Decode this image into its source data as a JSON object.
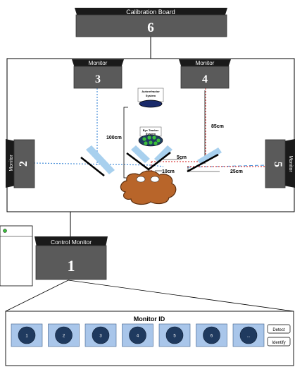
{
  "calibration_board": {
    "label": "Calibration Board",
    "number": "6"
  },
  "monitors": {
    "m2": {
      "label": "Monitor",
      "number": "2"
    },
    "m3": {
      "label": "Monitor",
      "number": "3"
    },
    "m4": {
      "label": "Monitor",
      "number": "4"
    },
    "m5": {
      "label": "Monitor",
      "number": "5"
    }
  },
  "control_monitor": {
    "label": "Control Monitor",
    "number": "1"
  },
  "devices": {
    "autorefractor_line1": "Autorefractor",
    "autorefractor_line2": "System",
    "eye_tracker_line1": "Eye Tracker",
    "eye_tracker_line2": "System"
  },
  "distances": {
    "d100": "100cm",
    "d85": "85cm",
    "d5": "5cm",
    "d10": "10cm",
    "d25": "25cm"
  },
  "panel": {
    "title": "Monitor ID",
    "tiles": [
      "1",
      "2",
      "3",
      "4",
      "5",
      "6",
      "..."
    ],
    "detect_label": "Detect",
    "identify_label": "Identify"
  },
  "colors": {
    "monitor_body": "#5a5a5a",
    "monitor_top": "#1a1a1a",
    "blue_path": "#4a90d9",
    "red_path": "#d94040",
    "mirror": "#a8d0ee",
    "tile_fill": "#a9c6ea",
    "tile_circle": "#1f3a5f",
    "head": "#b8652a"
  }
}
